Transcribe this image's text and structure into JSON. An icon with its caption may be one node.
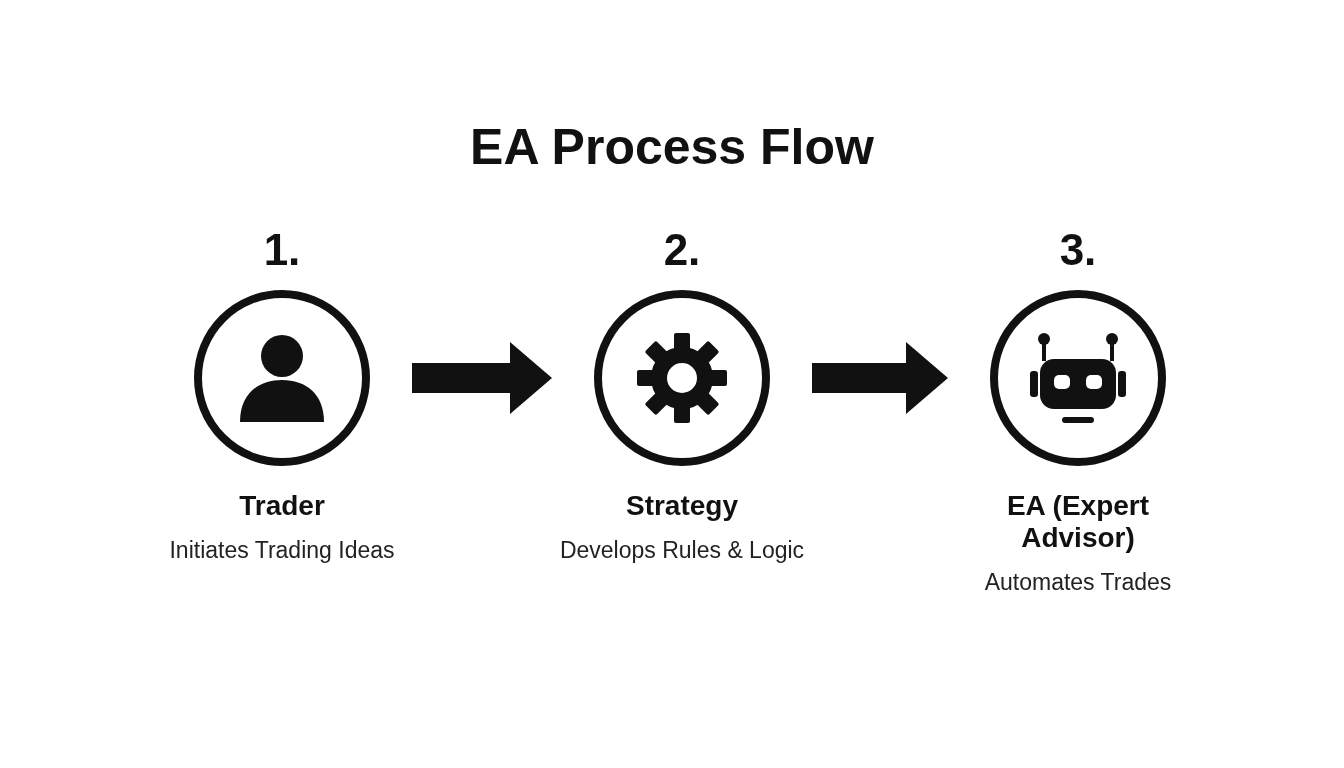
{
  "diagram": {
    "title": "EA Process Flow",
    "nodes": [
      {
        "text": [
          "1.",
          "Trader",
          "Initiates Trading Ideas"
        ]
      },
      {
        "text": [
          "2.",
          "Strategy",
          "Develops Rules & Logic"
        ]
      },
      {
        "text": [
          "3.",
          "EA (Expert Advisor)",
          "Automates Trades"
        ]
      }
    ],
    "edges": [
      {
        "from": 0,
        "to": 1,
        "arrow": "to"
      },
      {
        "from": 1,
        "to": 2,
        "arrow": "to"
      }
    ]
  }
}
